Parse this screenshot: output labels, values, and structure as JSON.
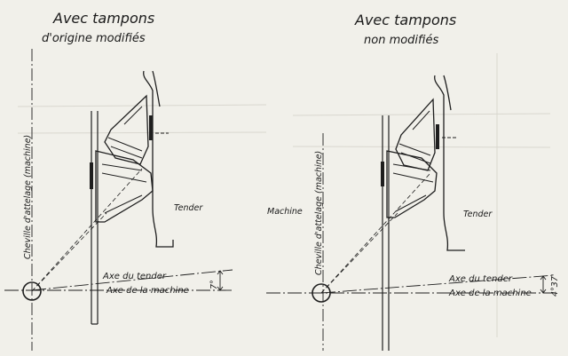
{
  "left": {
    "title_line1": "Avec tampons",
    "title_line2": "d'origine modifiés",
    "pin_label": "Cheville d'attelage (machine)",
    "tender_label": "Tender",
    "tender_axis_label": "Axe du tender",
    "machine_axis_label": "Axe de la machine",
    "angle_label": "7°"
  },
  "right": {
    "title_line1": "Avec tampons",
    "title_line2": "non modifiés",
    "machine_label": "Machine",
    "pin_label": "Cheville d'attelage (machine)",
    "tender_label": "Tender",
    "tender_axis_label": "Axe du tender",
    "machine_axis_label": "Axe de la machine",
    "angle_label": "4°37'"
  }
}
